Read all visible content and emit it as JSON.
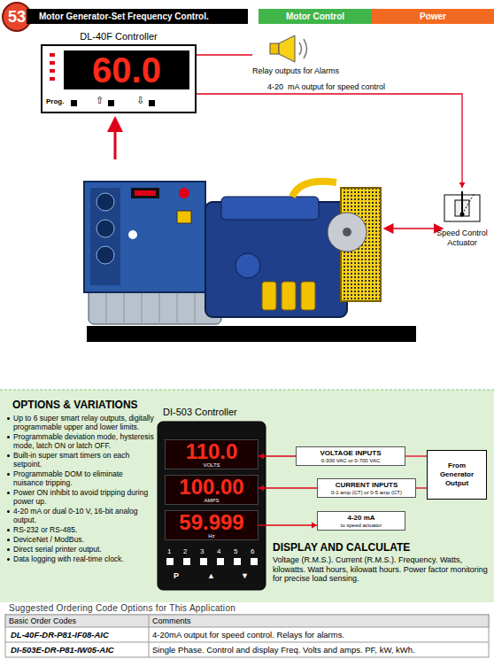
{
  "diagram": {
    "title": "Motor Generator-Set Frequency Control.",
    "nodes": [
      {
        "text": [
          "53"
        ]
      },
      {
        "text": [
          "Motor Generator-Set Frequency Control."
        ]
      },
      {
        "text": [
          "Motor Control"
        ]
      },
      {
        "text": [
          "Power"
        ]
      },
      {
        "text": [
          "DL-40F Controller",
          "60.0"
        ]
      },
      {
        "text": [
          "Relay outputs for Alarms"
        ]
      },
      {
        "text": [
          "Speed Control Actuator"
        ]
      },
      {
        "text": [
          "OPTIONS & VARIATIONS",
          "Up to 6 super smart relay outputs, digitally programmable upper and lower limits.",
          "Programmable deviation mode, hysteresis mode, latch ON or latch OFF.",
          "Built-in super smart timers on each setpoint.",
          "Programmable DOM to eliminate nuisance tripping.",
          "Power ON inhibit to avoid tripping during power up.",
          "4-20 mA or dual 0-10 V, 16-bit analog output.",
          "RS-232 or RS-485.",
          "DeviceNet / ModBus.",
          "Direct serial printer output.",
          "Data logging with real-time clock."
        ]
      },
      {
        "text": [
          "DI-503 Controller"
        ],
        "in": 7
      },
      {
        "text": [
          "110.0",
          "VOLTS"
        ],
        "in": 8
      },
      {
        "text": [
          "100.00",
          "AMPS"
        ],
        "in": 8
      },
      {
        "text": [
          "59.999",
          "Hz"
        ],
        "in": 8
      },
      {
        "text": [
          "VOLTAGE INPUTS",
          "0-300 VAC or 0-700 VAC"
        ],
        "in": 7
      },
      {
        "text": [
          "CURRENT INPUTS",
          "0-1 amp (CT) or 0-5 amp (CT)"
        ],
        "in": 7
      },
      {
        "text": [
          "4-20 mA",
          "to speed actuator"
        ],
        "in": 7
      },
      {
        "text": [
          "From Generator Output"
        ],
        "in": 7
      }
    ],
    "edges": [
      {
        "from": 4,
        "to": 5,
        "arrow": "none"
      },
      {
        "from": 4,
        "to": 6,
        "label": "4-20  mA output for speed control",
        "arrow": "to"
      },
      {
        "from": 15,
        "to": 12,
        "arrow": "none"
      },
      {
        "from": 15,
        "to": 13,
        "arrow": "none"
      },
      {
        "from": 12,
        "to": 9,
        "arrow": "to"
      },
      {
        "from": 13,
        "to": 10,
        "arrow": "to"
      },
      {
        "from": 11,
        "to": 14,
        "arrow": "to"
      }
    ],
    "labels": [
      "Prog.",
      "⇧",
      "⇩",
      "1",
      "2",
      "3",
      "4",
      "5",
      "6",
      "P",
      "▲",
      "▼",
      "DISPLAY AND CALCULATE",
      "Voltage (R.M.S.). Current (R.M.S.). Frequency. Watts, kilowatts. Watt hours, kilowatt hours. Power factor monitoring for precise load sensing.",
      "Suggested Ordering Code Options for This Application",
      "Basic Order Codes",
      "Comments",
      "DL-40F-DR-P81-IF08-AIC",
      "4-20mA output for speed control. Relays for alarms.",
      "DI-503E-DR-P81-IW05-AIC",
      "Single Phase. Control and display Freq. Volts and amps. PF, kW, kWh."
    ]
  }
}
